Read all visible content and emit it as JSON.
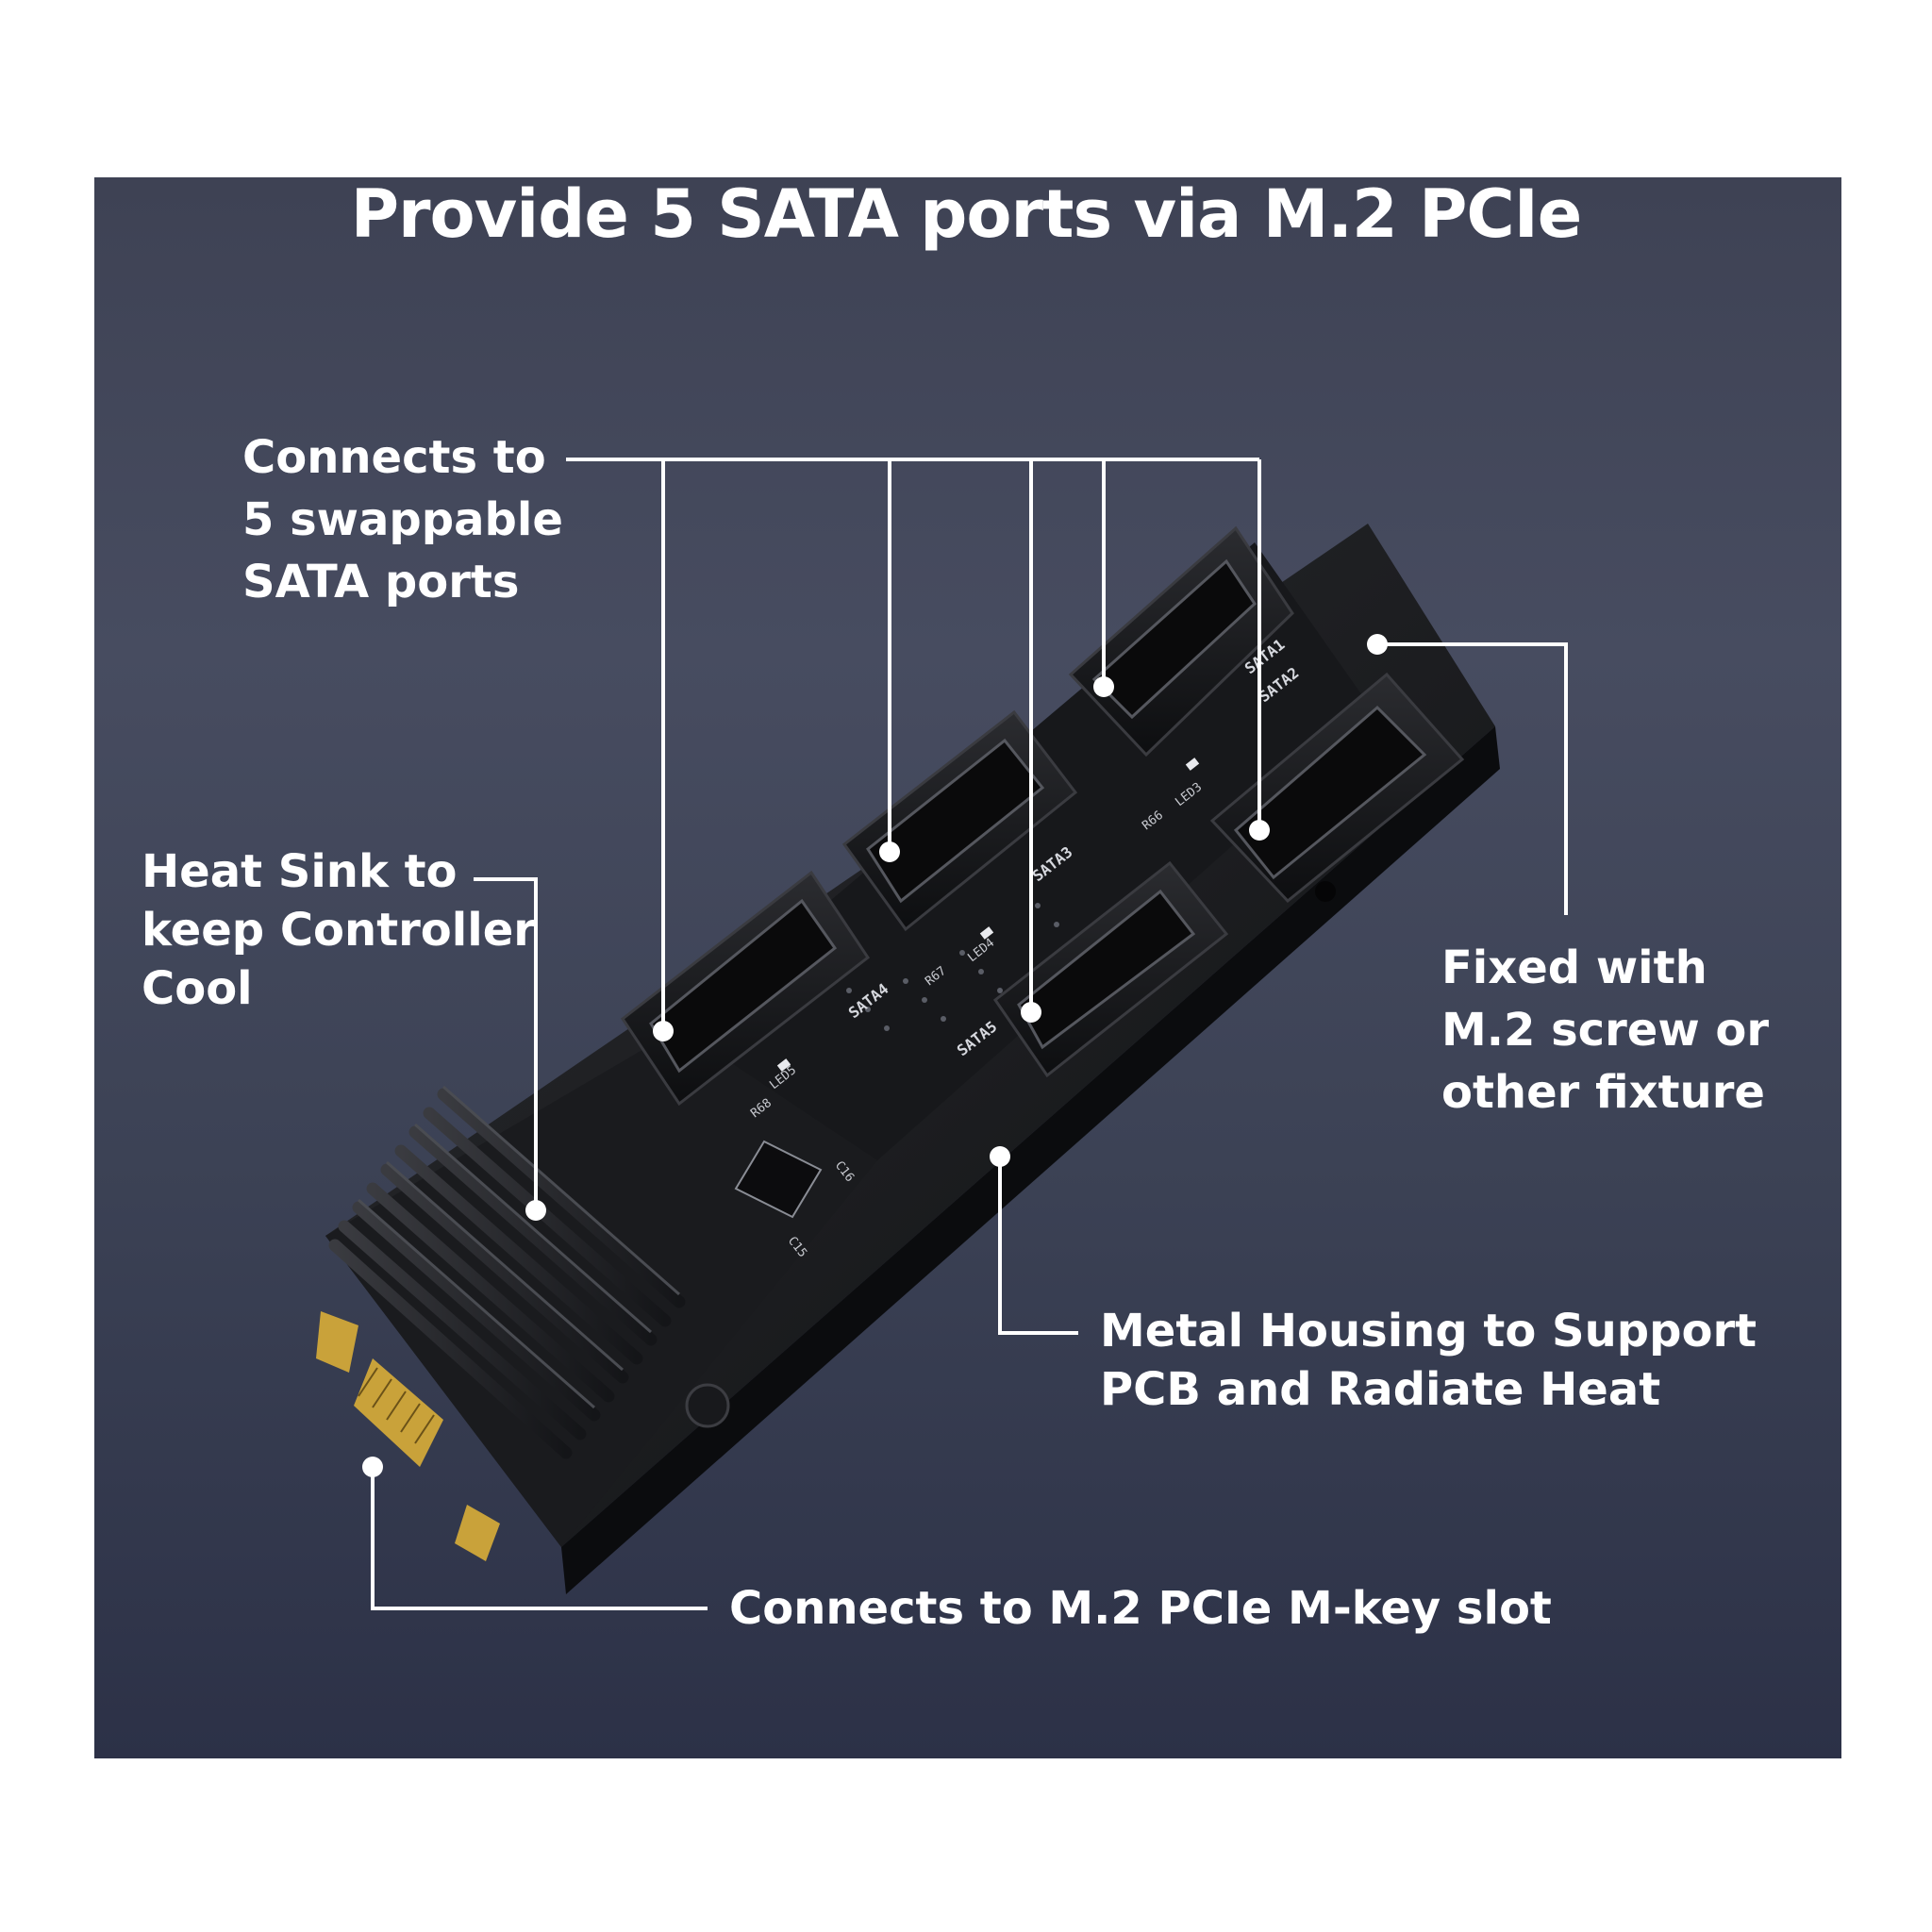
{
  "title": "Provide 5 SATA ports via M.2 PCIe",
  "callouts": {
    "sata_ports": [
      "Connects to",
      "5 swappable",
      "SATA ports"
    ],
    "heat_sink": [
      "Heat Sink to",
      "keep Controller",
      "Cool"
    ],
    "fixture": [
      "Fixed with",
      "M.2 screw or",
      "other fixture"
    ],
    "housing": [
      "Metal Housing to Support",
      "PCB and Radiate Heat"
    ],
    "slot": [
      "Connects to M.2 PCIe M-key slot"
    ]
  },
  "board_silkscreen": {
    "port_1": "SATA1",
    "port_2": "SATA2",
    "port_3": "SATA3",
    "port_4": "SATA4",
    "port_5": "SATA5",
    "leds": [
      "LED3",
      "LED4",
      "LED5"
    ],
    "resistors": [
      "R66",
      "R67",
      "R68"
    ],
    "capacitors": [
      "C15",
      "C16"
    ]
  },
  "colors": {
    "background_top": "#474c60",
    "background_bottom": "#2c3147",
    "text": "#ffffff",
    "leader_line": "#ffffff",
    "board": "#151618",
    "heatsink": "#202124",
    "gold_contacts": "#c9a23a"
  }
}
